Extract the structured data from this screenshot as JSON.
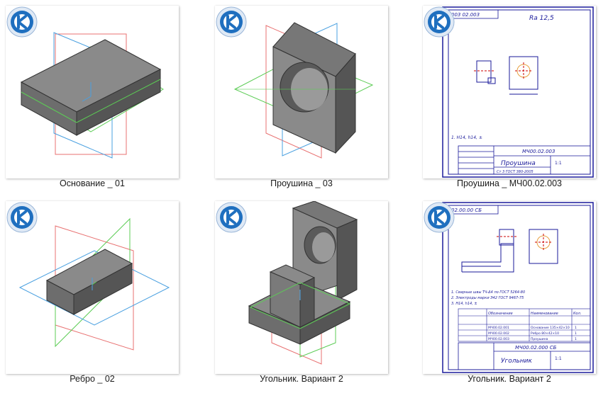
{
  "files": [
    {
      "name": "Основание _ 01",
      "type": "part"
    },
    {
      "name": "Проушина _ 03",
      "type": "part"
    },
    {
      "name": "Проушина _ МЧ00.02.003",
      "type": "drawing"
    },
    {
      "name": "Ребро _ 02",
      "type": "part"
    },
    {
      "name": "Угольник. Вариант 2",
      "type": "assembly"
    },
    {
      "name": "Угольник. Вариант 2",
      "type": "drawing"
    }
  ],
  "drawing1": {
    "stamp_top": "003 02.003",
    "roughness": "Ra 12,5",
    "code": "МЧ00.02.003",
    "title": "Проушина",
    "material": "Ст 3 ГОСТ 380-2005",
    "scale": "1:1",
    "note": "1. Н14, h14, ±"
  },
  "drawing2": {
    "stamp_top": "02.00.00 СБ",
    "notes": [
      "1. Сварные швы ТЧ-Δ4 по ГОСТ 5264-80",
      "2. Электроды марки Э42 ГОСТ 9467-75",
      "3. Н14, h14, ±"
    ],
    "spec_header": [
      "Обозначение",
      "Наименование",
      "Кол."
    ],
    "spec_rows": [
      [
        "МЧ00.02.001",
        "Основание 135×42×10",
        "1"
      ],
      [
        "МЧ00.02.002",
        "Ребро 80×42×10",
        "1"
      ],
      [
        "МЧ00.02.003",
        "Проушина",
        "1"
      ]
    ],
    "code": "МЧ00.02.000 СБ",
    "title": "Угольник",
    "scale": "1:1"
  },
  "colors": {
    "plane_red": "#e87070",
    "plane_blue": "#4aa0e0",
    "plane_green": "#5ccc55",
    "solid_top": "#8a8a8a",
    "solid_front": "#6d6d6d",
    "solid_side": "#555555",
    "frame": "#1a1a9a",
    "kompas_blue": "#1f6fbf"
  },
  "icons": {
    "app_badge": "kompas-3d-icon"
  }
}
